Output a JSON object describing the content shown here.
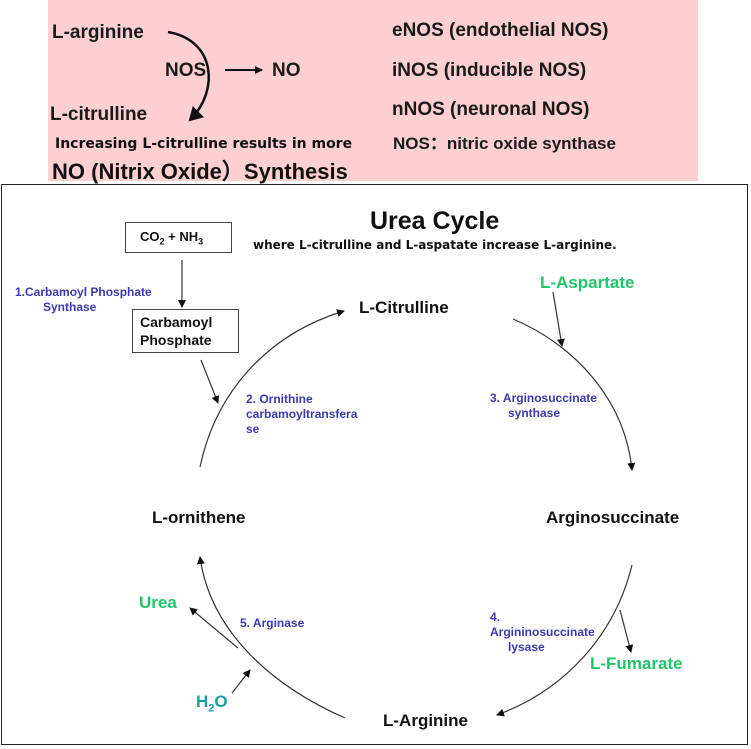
{
  "nos_panel": {
    "substrate": "L-arginine",
    "enzyme": "NOS",
    "product_gas": "NO",
    "product": "L-citrulline",
    "note_line1": "Increasing L-citrulline results in more",
    "note_line2": "NO (Nitrix Oxide）Synthesis",
    "isoforms": [
      "eNOS (endothelial NOS)",
      "iNOS (inducible NOS)",
      "nNOS (neuronal NOS)"
    ],
    "definition": "NOS：nitric oxide synthase",
    "background_color": "#fcd0d0"
  },
  "urea_cycle": {
    "title": "Urea Cycle",
    "subtitle": "where L-citrulline and L-aspatate increase L-arginine.",
    "inputs": {
      "co2_prefix": "CO",
      "co2_sub": "2",
      "plus": " + NH",
      "nh3_sub": "3",
      "carbamoyl_line1": "Carbamoyl",
      "carbamoyl_line2": "Phosphate"
    },
    "nodes": {
      "citrulline": "L-Citrulline",
      "argininosuccinate": "Arginosuccinate",
      "arginine": "L-Arginine",
      "ornithine": "L-ornithene"
    },
    "side_products": {
      "aspartate": "L-Aspartate",
      "fumarate": "L-Fumarate",
      "urea": "Urea",
      "water_prefix": "H",
      "water_sub": "2",
      "water_suffix": "O"
    },
    "enzymes": {
      "e1_line1": "1.Carbamoyl Phosphate",
      "e1_line2": "Synthase",
      "e2_line1": "2. Ornithine",
      "e2_line2": "carbamoyltransfera",
      "e2_line3": "se",
      "e3_line1": "3. Arginosuccinate",
      "e3_line2": "synthase",
      "e4_line1": "4.",
      "e4_line2": "Argininosuccinate",
      "e4_line3": "lysase",
      "e5": "5. Arginase"
    },
    "colors": {
      "enzyme_text": "#3a3aae",
      "side_product_green": "#22c46a",
      "water_teal": "#1a9ea0"
    }
  }
}
